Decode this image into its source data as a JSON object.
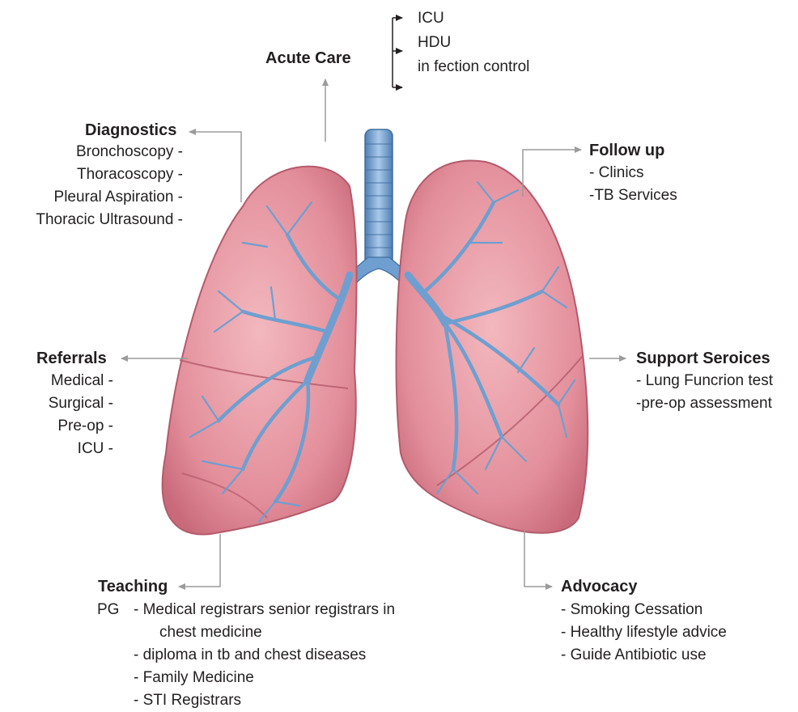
{
  "acute_care": {
    "title": "Acute Care",
    "items": [
      "ICU",
      "HDU",
      "in fection control"
    ]
  },
  "diagnostics": {
    "title": "Diagnostics",
    "items": [
      "Bronchoscopy -",
      "Thoracoscopy -",
      "Pleural Aspiration -",
      "Thoracic Ultrasound -"
    ]
  },
  "follow_up": {
    "title": "Follow up",
    "items": [
      "- Clinics",
      "-TB Services"
    ]
  },
  "referrals": {
    "title": "Referrals",
    "items": [
      "Medical -",
      "Surgical -",
      "Pre-op -",
      "ICU -"
    ]
  },
  "support_services": {
    "title": "Support Seroices",
    "items": [
      "- Lung Funcrion test",
      "-pre-op assessment"
    ]
  },
  "teaching": {
    "title": "Teaching",
    "prefix": "PG",
    "items": [
      "- Medical registrars senior registrars in",
      "chest medicine",
      "- diploma in tb and chest diseases",
      "- Family Medicine",
      "- STI Registrars"
    ]
  },
  "advocacy": {
    "title": "Advocacy",
    "items": [
      "- Smoking Cessation",
      "- Healthy lifestyle advice",
      "- Guide Antibiotic use"
    ]
  },
  "colors": {
    "lung": "#e79aa3",
    "lung_dark": "#c9677a",
    "airway": "#7ca9d6",
    "airway_dark": "#4f7fb3",
    "connector": "#9b9b9b",
    "arrow": "#231f20"
  }
}
